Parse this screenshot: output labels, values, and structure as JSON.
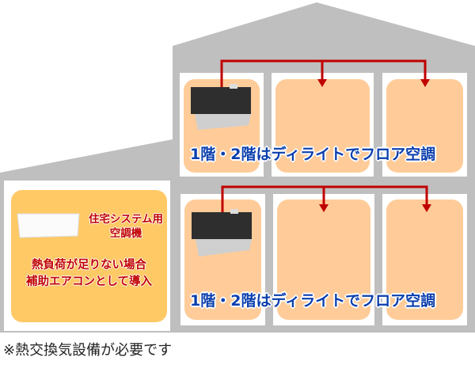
{
  "floor_labels": {
    "upper": "1階・2階はディライトでフロア空調",
    "lower": "1階・2階はディライトでフロア空調"
  },
  "annex": {
    "unit_label_line1": "住宅システム用",
    "unit_label_line2": "空調機",
    "note_line1": "熱負荷が足りない場合",
    "note_line2": "補助エアコンとして導入"
  },
  "footnote": "※熱交換気設備が必要です",
  "colors": {
    "house": "#bfbfbf",
    "room": "#ffcc99",
    "annex_room": "#ffc966",
    "arrow": "#c00000",
    "text_blue": "#0b3fae"
  }
}
